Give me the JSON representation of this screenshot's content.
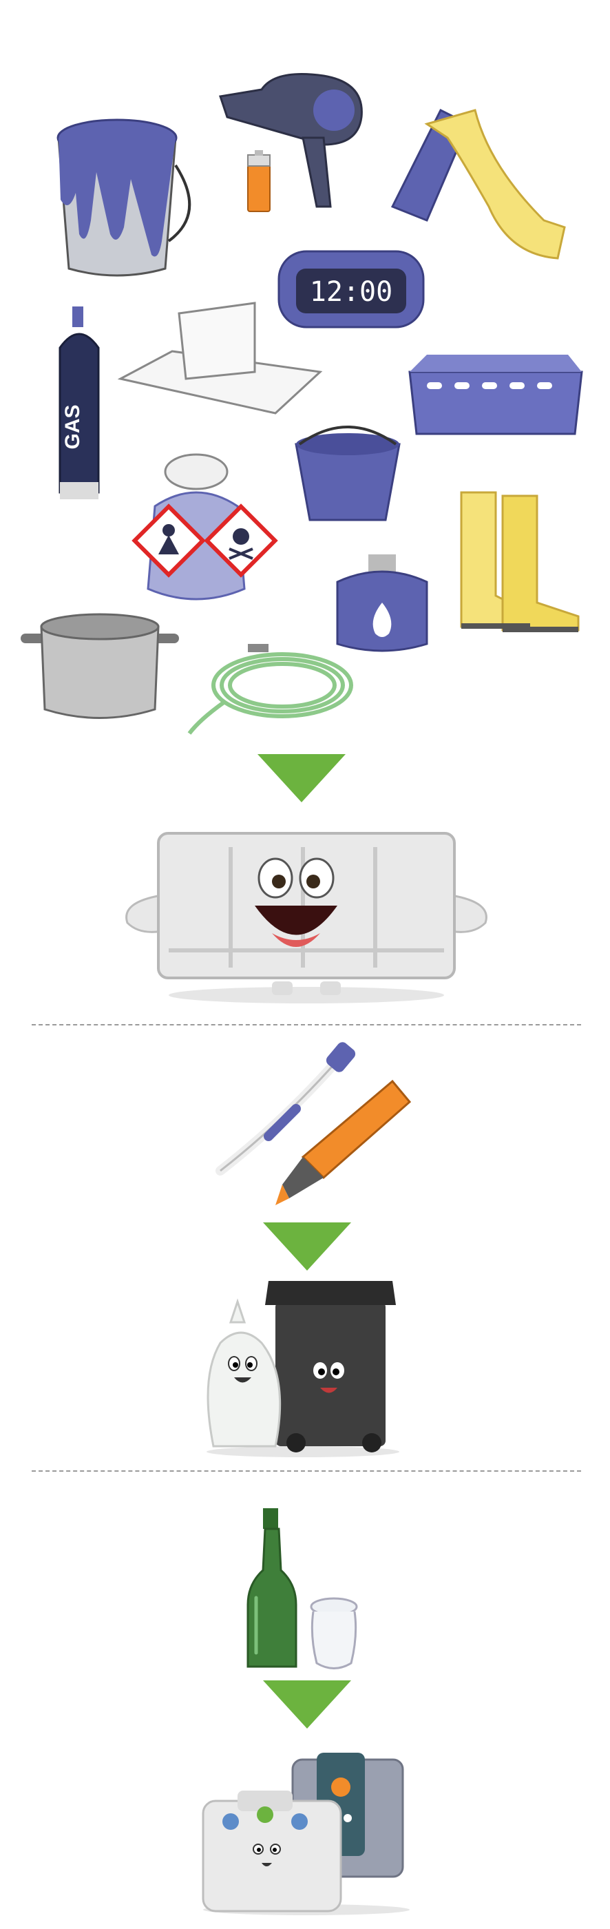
{
  "section_1": {
    "items": [
      "paint-bucket",
      "hair-dryer",
      "battery",
      "slide",
      "alarm-clock",
      "gas-cartridge",
      "sponge-block",
      "plastic-crate",
      "bucket",
      "chemical-bottle",
      "rubber-boots",
      "camping-gas",
      "cooking-pot",
      "garden-hose"
    ],
    "clock_display": "12:00",
    "gas_label": "GAS",
    "destination": "skip-container"
  },
  "section_2": {
    "items": [
      "toothbrush",
      "highlighter"
    ],
    "destination": "general-waste-bin"
  },
  "section_3": {
    "items": [
      "glass-bottle",
      "glass-jar"
    ],
    "destination": "glass-containers"
  },
  "colors": {
    "accent_purple": "#5d63b0",
    "arrow_green": "#6cb33f",
    "slide_yellow": "#f5e27a",
    "hose_green": "#8dc98a",
    "bottle_green": "#3f7f3a",
    "orange": "#f28c2a"
  }
}
